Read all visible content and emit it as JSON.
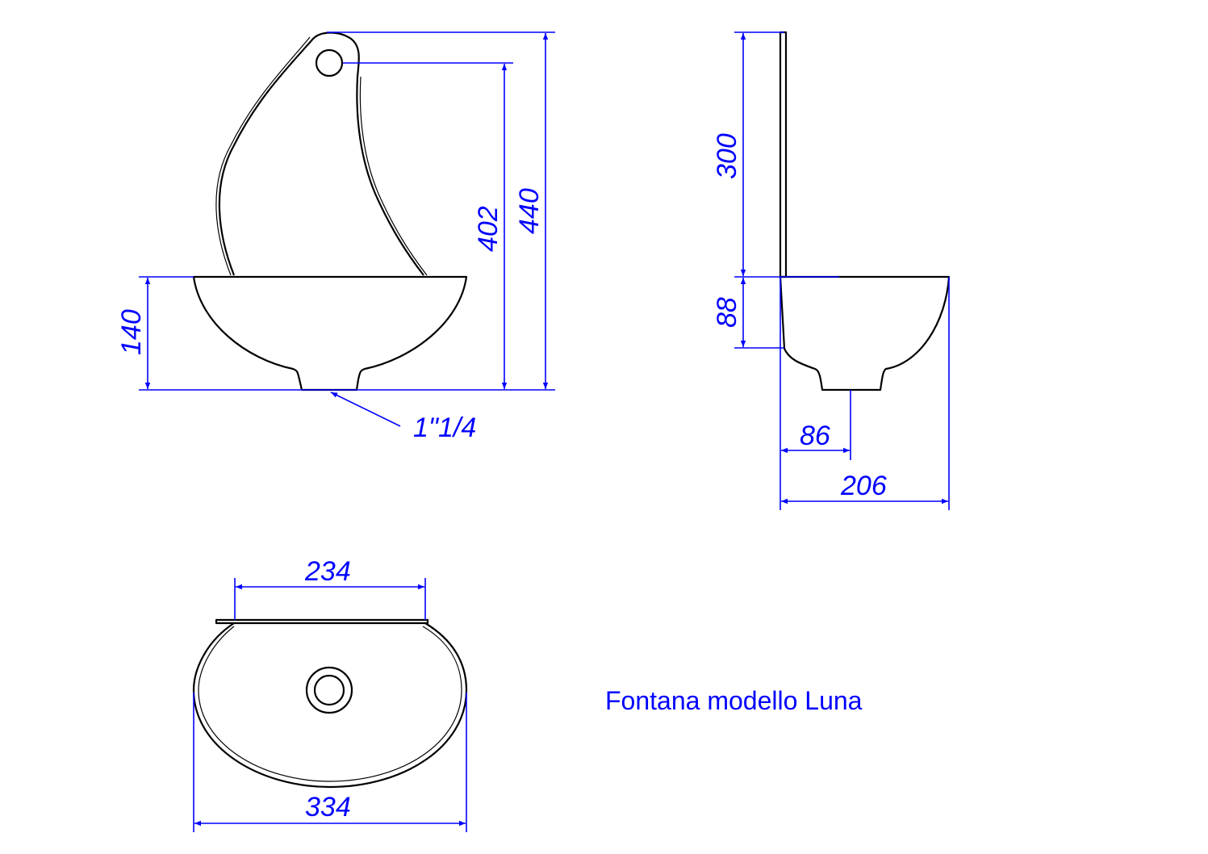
{
  "title": "Fontana modello Luna",
  "colors": {
    "dimension": "#0000ff",
    "outline": "#000000"
  },
  "front_view": {
    "total_height": "440",
    "hole_height": "402",
    "bowl_height": "140",
    "drain_size": "1\"1/4"
  },
  "side_view": {
    "panel_height": "300",
    "bowl_depth": "88",
    "drain_offset": "86",
    "total_depth": "206"
  },
  "top_view": {
    "panel_width": "234",
    "total_width": "334"
  }
}
